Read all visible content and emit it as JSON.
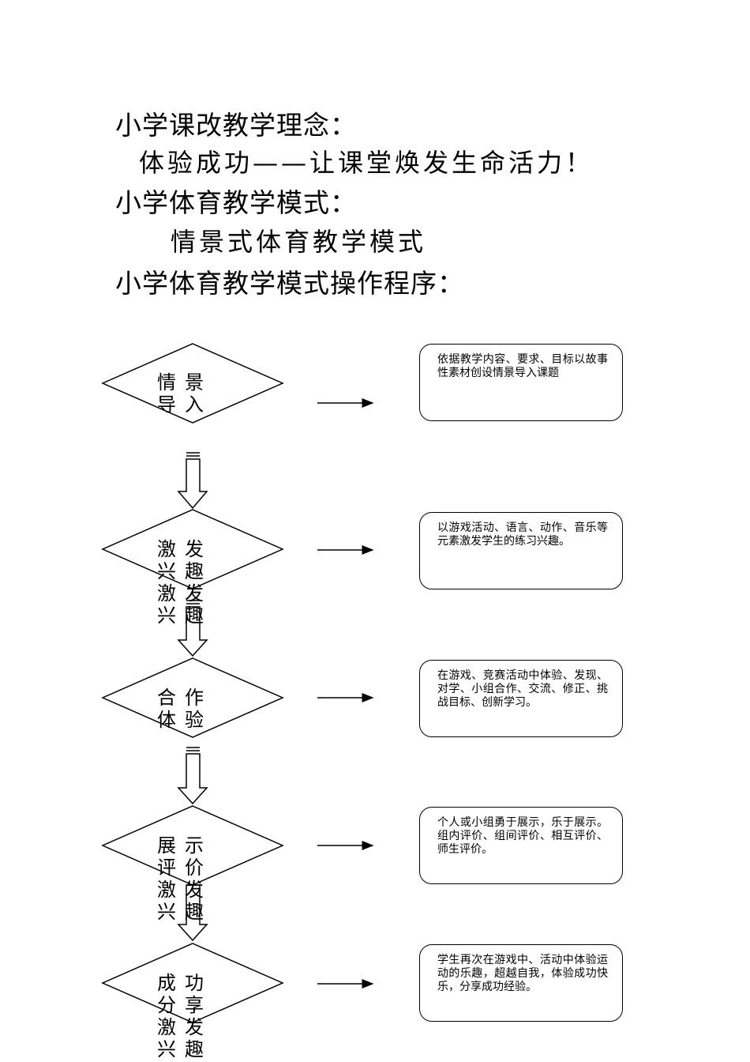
{
  "header": {
    "concept_title": "小学课改教学理念：",
    "concept_text": "体验成功——让课堂焕发生命活力！",
    "mode_title": "小学体育教学模式：",
    "mode_text": "情景式体育教学模式",
    "procedure_title": "小学体育教学模式操作程序："
  },
  "steps": [
    {
      "label": "情景导入",
      "description": "依据教学内容、要求、目标以故事性素材创设情景导入课题"
    },
    {
      "label": "激发兴趣激发兴趣",
      "description": "以游戏活动、语言、动作、音乐等元素激发学生的练习兴趣。"
    },
    {
      "label": "合作体验",
      "description": "在游戏、竞赛活动中体验、发现、对学、小组合作、交流、修正、挑战目标、创新学习。"
    },
    {
      "label": "展示评价激发兴趣",
      "description": "个人或小组勇于展示，乐于展示。组内评价、组间评价、相互评价、师生评价。"
    },
    {
      "label": "成功分享激发兴趣",
      "description": "学生再次在游戏中、活动中体验运动的乐趣，超越自我，体验成功快乐，分享成功经验。"
    }
  ]
}
